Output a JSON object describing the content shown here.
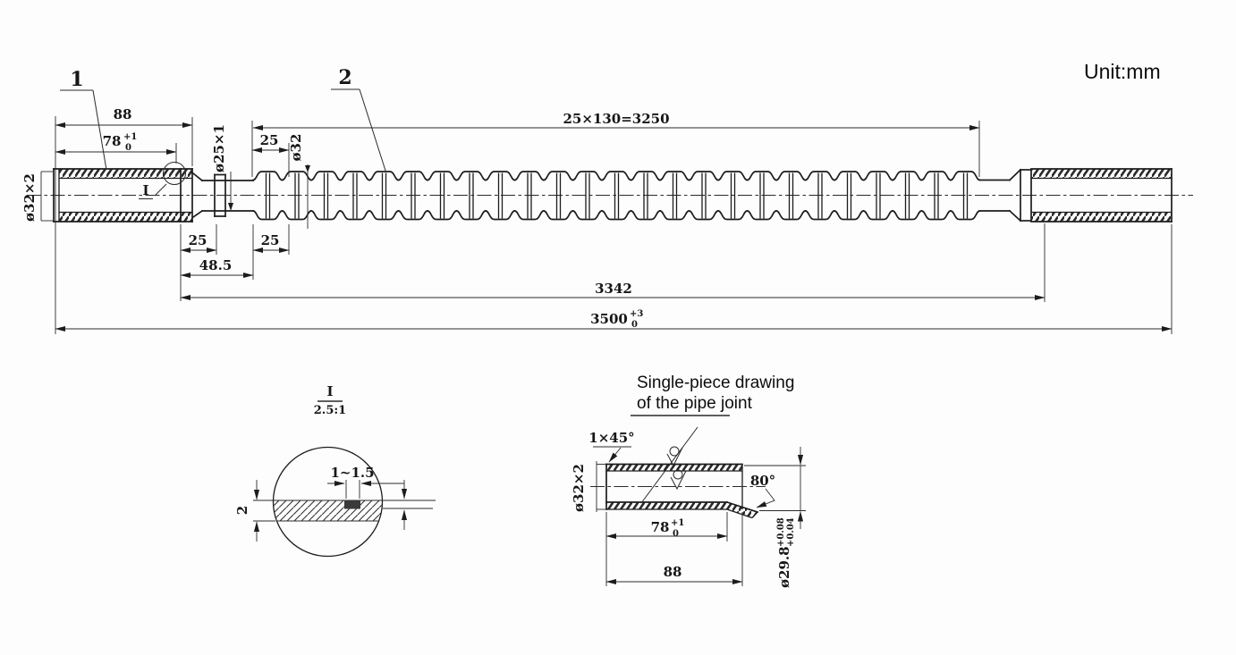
{
  "unit_label": "Unit:mm",
  "colors": {
    "line": "#1c1c1c",
    "background": "#fdfdfd",
    "weld_fill": "#3a3a3a"
  },
  "main_view": {
    "balloon_1": "1",
    "balloon_2": "2",
    "pipe_spec_left": "ø32×2",
    "detail_marker": "I",
    "dim_joint_length": "88",
    "dim_insert_depth": "78",
    "dim_insert_depth_tol_up": "+1",
    "dim_insert_depth_tol_dn": "0",
    "dim_corrugations": "25×130=3250",
    "dim_neck_tube": "ø25×1",
    "dim_pitch_top": "25",
    "dim_outer_dia": "ø32",
    "dim_seg1": "25",
    "dim_seg2": "25",
    "dim_offset": "48.5",
    "dim_body_length": "3342",
    "dim_total_length": "3500",
    "dim_total_tol_up": "+3",
    "dim_total_tol_dn": "0"
  },
  "detail_view": {
    "marker": "I",
    "scale": "2.5:1",
    "dim_weld_width": "1~1.5",
    "dim_wall_thickness": "2"
  },
  "joint_view": {
    "title_line1": "Single-piece drawing",
    "title_line2": "of the pipe joint",
    "dim_chamfer": "1×45°",
    "pipe_spec": "ø32×2",
    "dim_flare_angle": "80°",
    "dim_depth": "78",
    "dim_depth_tol_up": "+1",
    "dim_depth_tol_dn": "0",
    "dim_length": "88",
    "dim_flare_dia": "ø29.8",
    "dim_flare_dia_tol_up": "+0.08",
    "dim_flare_dia_tol_dn": "+0.04"
  }
}
